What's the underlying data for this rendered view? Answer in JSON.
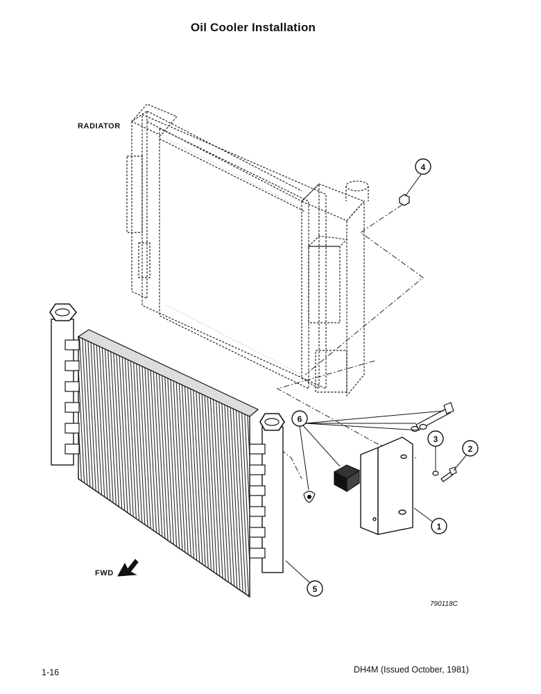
{
  "page": {
    "title": "Oil Cooler Installation",
    "page_number": "1-16",
    "doc_ref": "DH4M (Issued October, 1981)",
    "figure_code": "790118C"
  },
  "labels": {
    "radiator": "RADIATOR",
    "fwd": "FWD"
  },
  "callouts": [
    {
      "id": "1",
      "part": "bracket"
    },
    {
      "id": "2",
      "part": "bolt"
    },
    {
      "id": "3",
      "part": "washer"
    },
    {
      "id": "4",
      "part": "nut"
    },
    {
      "id": "5",
      "part": "oil-cooler"
    },
    {
      "id": "6",
      "part": "mounting-hardware"
    }
  ],
  "colors": {
    "ink": "#111111",
    "paper": "#ffffff"
  }
}
